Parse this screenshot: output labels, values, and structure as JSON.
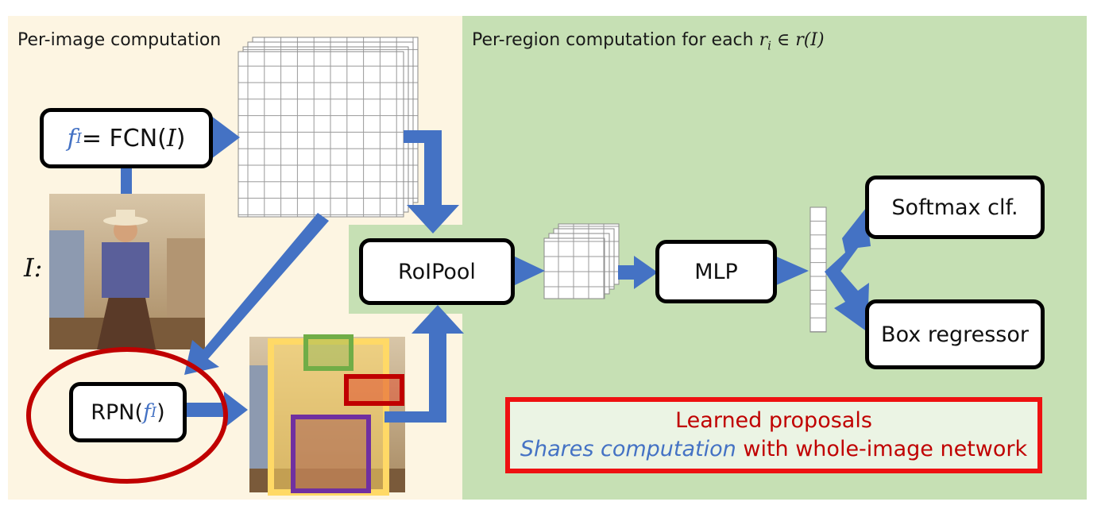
{
  "headings": {
    "left": "Per-image computation",
    "right_prefix": "Per-region computation for each ",
    "right_math": "r",
    "right_math_sub": "i",
    "right_math_rest": " ∈ r(I)"
  },
  "boxes": {
    "fcn_f": "f",
    "fcn_sub": "I",
    "fcn_rest": " = FCN(",
    "fcn_I": "I",
    "fcn_close": ")",
    "rpn_prefix": "RPN(",
    "rpn_f": "f",
    "rpn_sub": "I",
    "rpn_close": ")",
    "roipool": "RoIPool",
    "mlp": "MLP",
    "softmax": "Softmax clf.",
    "box_regressor": "Box regressor"
  },
  "image_label": "I:",
  "callout": {
    "line1": "Learned proposals",
    "line2_blue": "Shares computation",
    "line2_red": " with whole-image network"
  },
  "colors": {
    "arrow": "#4472c4",
    "left_bg": "#fdf5e2",
    "right_bg": "#c6e0b4",
    "highlight": "#c00000",
    "proposal_yellow": "#ffd966",
    "proposal_green": "#70ad47",
    "proposal_red": "#c00000",
    "proposal_purple": "#7030a0"
  }
}
